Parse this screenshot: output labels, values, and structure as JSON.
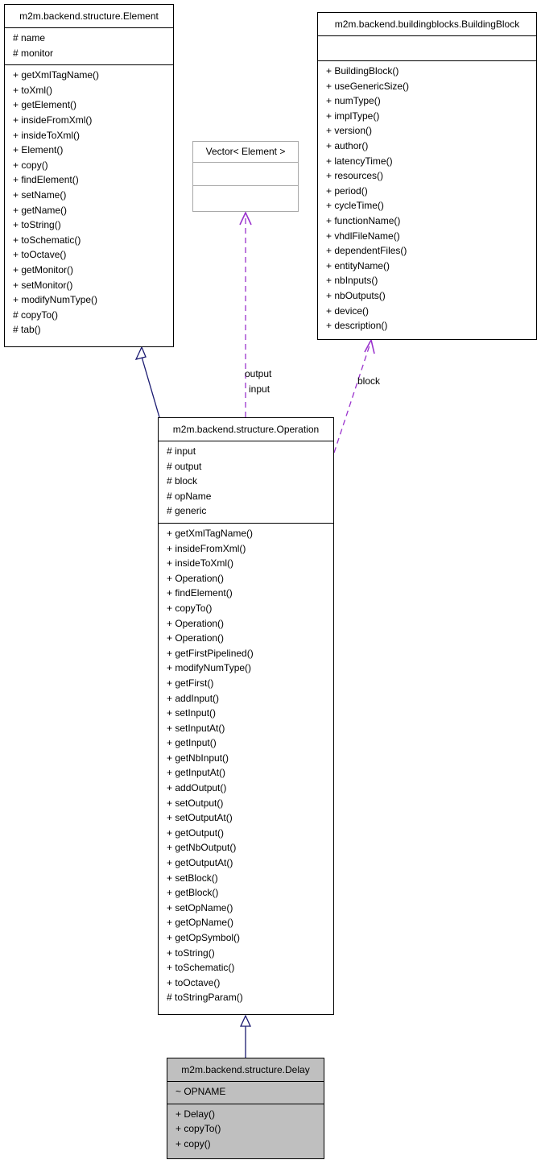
{
  "classes": {
    "element": {
      "name": "m2m.backend.structure.Element",
      "attributes": [
        "# name",
        "# monitor"
      ],
      "operations": [
        "+ getXmlTagName()",
        "+ toXml()",
        "+ getElement()",
        "+ insideFromXml()",
        "+ insideToXml()",
        "+ Element()",
        "+ copy()",
        "+ findElement()",
        "+ setName()",
        "+ getName()",
        "+ toString()",
        "+ toSchematic()",
        "+ toOctave()",
        "+ getMonitor()",
        "+ setMonitor()",
        "+ modifyNumType()",
        "# copyTo()",
        "# tab()"
      ]
    },
    "vector": {
      "name": "Vector< Element >"
    },
    "building_block": {
      "name": "m2m.backend.buildingblocks.BuildingBlock",
      "attributes": [],
      "operations": [
        "+ BuildingBlock()",
        "+ useGenericSize()",
        "+ numType()",
        "+ implType()",
        "+ version()",
        "+ author()",
        "+ latencyTime()",
        "+ resources()",
        "+ period()",
        "+ cycleTime()",
        "+ functionName()",
        "+ vhdlFileName()",
        "+ dependentFiles()",
        "+ entityName()",
        "+ nbInputs()",
        "+ nbOutputs()",
        "+ device()",
        "+ description()"
      ]
    },
    "operation": {
      "name": "m2m.backend.structure.Operation",
      "attributes": [
        "# input",
        "# output",
        "# block",
        "# opName",
        "# generic"
      ],
      "operations": [
        "+ getXmlTagName()",
        "+ insideFromXml()",
        "+ insideToXml()",
        "+ Operation()",
        "+ findElement()",
        "+ copyTo()",
        "+ Operation()",
        "+ Operation()",
        "+ getFirstPipelined()",
        "+ modifyNumType()",
        "+ getFirst()",
        "+ addInput()",
        "+ setInput()",
        "+ setInputAt()",
        "+ getInput()",
        "+ getNbInput()",
        "+ getInputAt()",
        "+ addOutput()",
        "+ setOutput()",
        "+ setOutputAt()",
        "+ getOutput()",
        "+ getNbOutput()",
        "+ getOutputAt()",
        "+ setBlock()",
        "+ getBlock()",
        "+ setOpName()",
        "+ getOpName()",
        "+ getOpSymbol()",
        "+ toString()",
        "+ toSchematic()",
        "+ toOctave()",
        "# toStringParam()"
      ]
    },
    "delay": {
      "name": "m2m.backend.structure.Delay",
      "attributes": [
        "~ OPNAME"
      ],
      "operations": [
        "+ Delay()",
        "+ copyTo()",
        "+ copy()"
      ]
    }
  },
  "edge_labels": {
    "output": "output",
    "input": "input",
    "block": "block"
  },
  "colors": {
    "inheritance": "#191970",
    "association": "#9a32cd",
    "highlight_fill": "#bfbfbf",
    "template_border": "#a8a8a8"
  }
}
